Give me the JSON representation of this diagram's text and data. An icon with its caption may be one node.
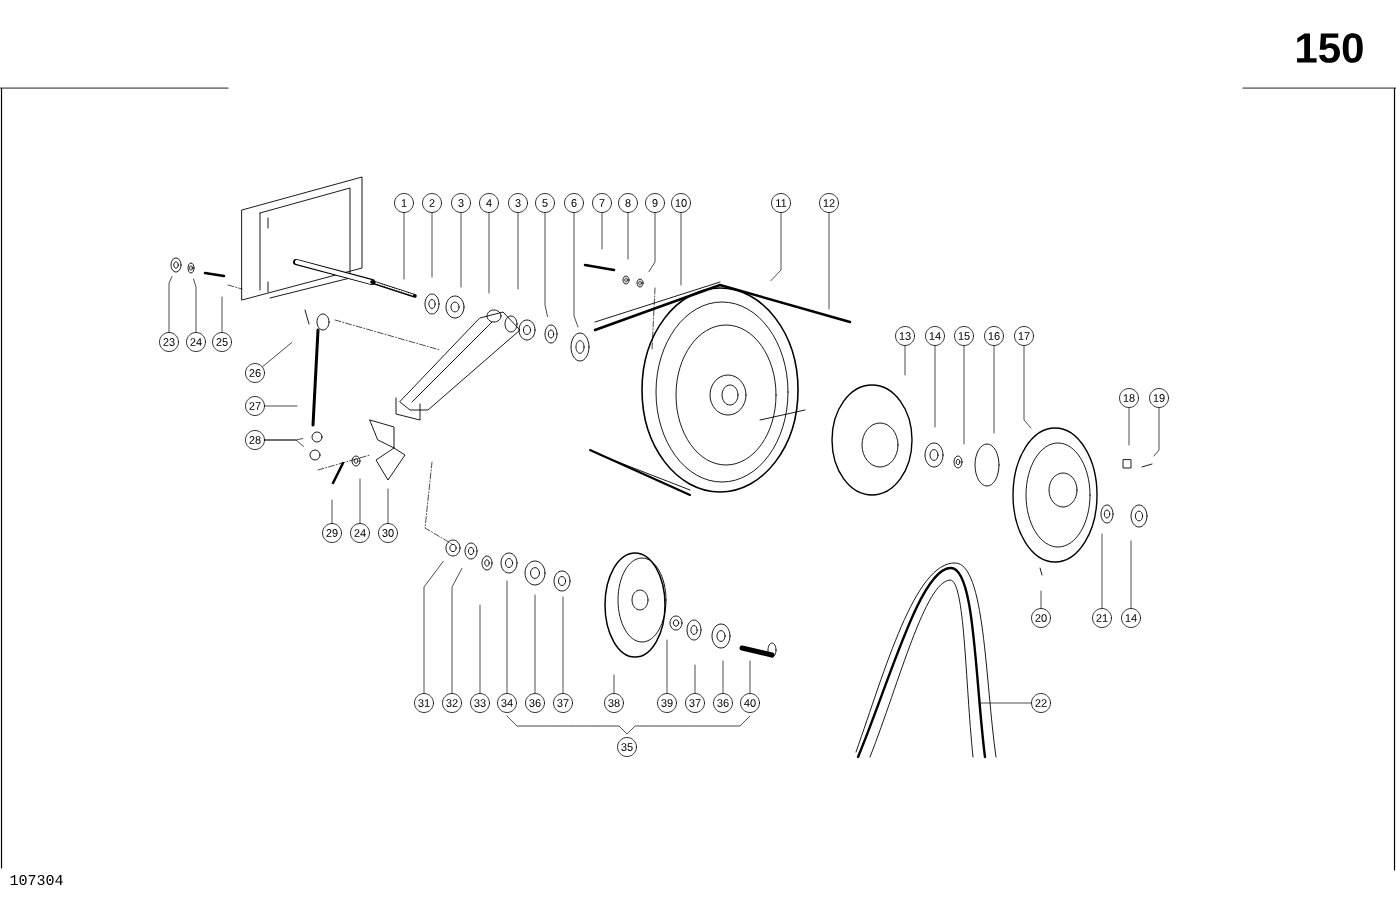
{
  "diagram": {
    "nodes": [
      {
        "text": [
          "1"
        ]
      },
      {
        "text": [
          "2"
        ]
      },
      {
        "text": [
          "3"
        ]
      },
      {
        "text": [
          "4"
        ]
      },
      {
        "text": [
          "3"
        ]
      },
      {
        "text": [
          "5"
        ]
      },
      {
        "text": [
          "6"
        ]
      },
      {
        "text": [
          "7"
        ]
      },
      {
        "text": [
          "8"
        ]
      },
      {
        "text": [
          "9"
        ]
      },
      {
        "text": [
          "10"
        ]
      },
      {
        "text": [
          "11"
        ]
      },
      {
        "text": [
          "12"
        ]
      },
      {
        "text": [
          "23"
        ]
      },
      {
        "text": [
          "24"
        ]
      },
      {
        "text": [
          "25"
        ]
      },
      {
        "text": [
          "26"
        ]
      },
      {
        "text": [
          "27"
        ]
      },
      {
        "text": [
          "28"
        ]
      },
      {
        "text": [
          "13"
        ]
      },
      {
        "text": [
          "14"
        ]
      },
      {
        "text": [
          "15"
        ]
      },
      {
        "text": [
          "16"
        ]
      },
      {
        "text": [
          "17"
        ]
      },
      {
        "text": [
          "18"
        ]
      },
      {
        "text": [
          "19"
        ]
      },
      {
        "text": [
          "29"
        ]
      },
      {
        "text": [
          "24"
        ]
      },
      {
        "text": [
          "30"
        ]
      },
      {
        "text": [
          "20"
        ]
      },
      {
        "text": [
          "21"
        ]
      },
      {
        "text": [
          "14"
        ]
      },
      {
        "text": [
          "31"
        ]
      },
      {
        "text": [
          "32"
        ]
      },
      {
        "text": [
          "33"
        ]
      },
      {
        "text": [
          "34"
        ]
      },
      {
        "text": [
          "36"
        ]
      },
      {
        "text": [
          "37"
        ]
      },
      {
        "text": [
          "38"
        ]
      },
      {
        "text": [
          "39"
        ]
      },
      {
        "text": [
          "37"
        ]
      },
      {
        "text": [
          "36"
        ]
      },
      {
        "text": [
          "40"
        ]
      },
      {
        "text": [
          "22"
        ]
      },
      {
        "text": [
          "35"
        ]
      }
    ],
    "edges": [
      {
        "from": 0,
        "to": null,
        "arrow": "none"
      },
      {
        "from": 1,
        "to": null,
        "arrow": "none"
      },
      {
        "from": 2,
        "to": null,
        "arrow": "none"
      },
      {
        "from": 3,
        "to": null,
        "arrow": "none"
      },
      {
        "from": 4,
        "to": null,
        "arrow": "none"
      },
      {
        "from": 5,
        "to": null,
        "arrow": "none"
      },
      {
        "from": 6,
        "to": null,
        "arrow": "none"
      },
      {
        "from": 7,
        "to": null,
        "arrow": "none"
      },
      {
        "from": 8,
        "to": null,
        "arrow": "none"
      },
      {
        "from": 9,
        "to": null,
        "arrow": "none"
      },
      {
        "from": 10,
        "to": null,
        "arrow": "none"
      },
      {
        "from": 11,
        "to": null,
        "arrow": "none"
      },
      {
        "from": 12,
        "to": null,
        "arrow": "none"
      },
      {
        "from": 13,
        "to": null,
        "arrow": "none"
      },
      {
        "from": 14,
        "to": null,
        "arrow": "none"
      },
      {
        "from": 15,
        "to": null,
        "arrow": "none"
      },
      {
        "from": 16,
        "to": null,
        "arrow": "none"
      },
      {
        "from": 17,
        "to": null,
        "arrow": "none"
      },
      {
        "from": 18,
        "to": null,
        "arrow": "none"
      },
      {
        "from": 18,
        "to": null,
        "arrow": "none"
      },
      {
        "from": 19,
        "to": null,
        "arrow": "none"
      },
      {
        "from": 20,
        "to": null,
        "arrow": "none"
      },
      {
        "from": 21,
        "to": null,
        "arrow": "none"
      },
      {
        "from": 22,
        "to": null,
        "arrow": "none"
      },
      {
        "from": 23,
        "to": null,
        "arrow": "none"
      },
      {
        "from": 24,
        "to": null,
        "arrow": "none"
      },
      {
        "from": 25,
        "to": null,
        "arrow": "none"
      },
      {
        "from": 26,
        "to": null,
        "arrow": "none"
      },
      {
        "from": 27,
        "to": null,
        "arrow": "none"
      },
      {
        "from": 28,
        "to": null,
        "arrow": "none"
      },
      {
        "from": 29,
        "to": null,
        "arrow": "none"
      },
      {
        "from": 30,
        "to": null,
        "arrow": "none"
      },
      {
        "from": 31,
        "to": null,
        "arrow": "none"
      },
      {
        "from": 32,
        "to": null,
        "arrow": "none"
      },
      {
        "from": 33,
        "to": null,
        "arrow": "none"
      },
      {
        "from": 34,
        "to": null,
        "arrow": "none"
      },
      {
        "from": 35,
        "to": null,
        "arrow": "none"
      },
      {
        "from": 36,
        "to": null,
        "arrow": "none"
      },
      {
        "from": 37,
        "to": null,
        "arrow": "none"
      },
      {
        "from": 38,
        "to": null,
        "arrow": "none"
      },
      {
        "from": 39,
        "to": null,
        "arrow": "none"
      },
      {
        "from": 40,
        "to": null,
        "arrow": "none"
      },
      {
        "from": 41,
        "to": null,
        "arrow": "none"
      },
      {
        "from": 42,
        "to": null,
        "arrow": "none"
      },
      {
        "from": 43,
        "to": null,
        "arrow": "none"
      }
    ],
    "labels": [
      "150",
      "107304"
    ]
  }
}
